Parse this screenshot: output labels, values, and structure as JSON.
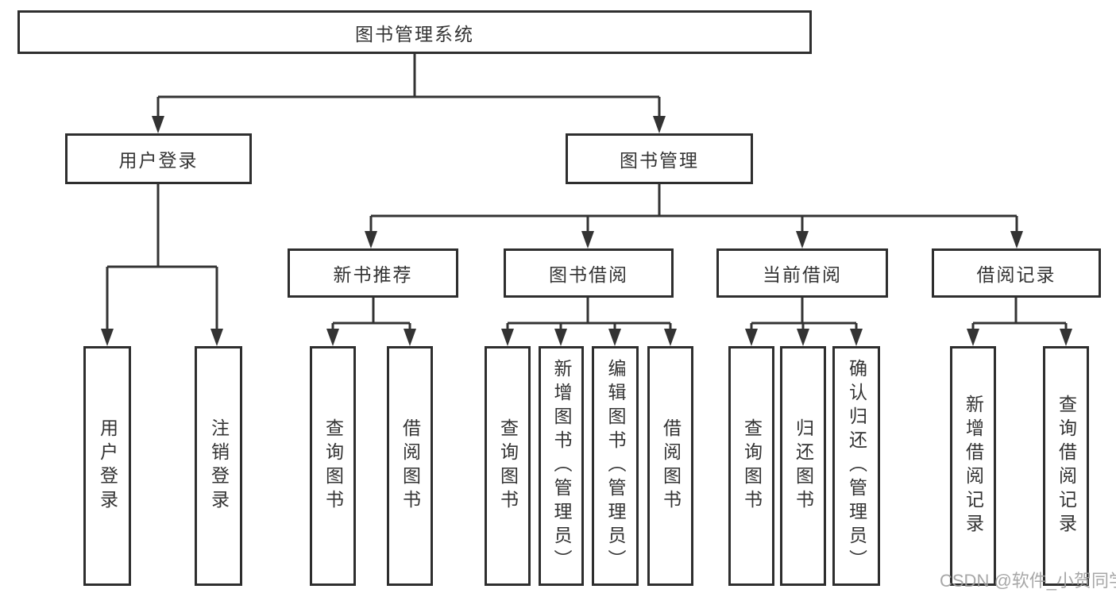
{
  "title": "图书管理系统",
  "watermark": "CSDN @软件_小贺同学",
  "colors": {
    "line": "#333333",
    "box_border": "#2e2e2e",
    "background": "#ffffff",
    "text": "#333333",
    "watermark": "#9e9e9e"
  },
  "nodes": {
    "root": {
      "label": "图书管理系统"
    },
    "user_login": {
      "label": "用户登录",
      "parent": "root"
    },
    "book_mgmt": {
      "label": "图书管理",
      "parent": "root"
    },
    "new_book_rec": {
      "label": "新书推荐",
      "parent": "book_mgmt"
    },
    "book_borrow": {
      "label": "图书借阅",
      "parent": "book_mgmt"
    },
    "current_borrow": {
      "label": "当前借阅",
      "parent": "book_mgmt"
    },
    "borrow_records": {
      "label": "借阅记录",
      "parent": "book_mgmt"
    },
    "leaf_user_login": {
      "label": "用户登录",
      "parent": "user_login"
    },
    "leaf_logout": {
      "label": "注销登录",
      "parent": "user_login"
    },
    "leaf_query_books_1": {
      "label": "查询图书",
      "parent": "new_book_rec"
    },
    "leaf_borrow_books_1": {
      "label": "借阅图书",
      "parent": "new_book_rec"
    },
    "leaf_query_books_2": {
      "label": "查询图书",
      "parent": "book_borrow"
    },
    "leaf_add_books": {
      "label": "新增图书（管理员）",
      "parent": "book_borrow"
    },
    "leaf_edit_books": {
      "label": "编辑图书（管理员）",
      "parent": "book_borrow"
    },
    "leaf_borrow_books_2": {
      "label": "借阅图书",
      "parent": "book_borrow"
    },
    "leaf_query_books_3": {
      "label": "查询图书",
      "parent": "current_borrow"
    },
    "leaf_return_books": {
      "label": "归还图书",
      "parent": "current_borrow"
    },
    "leaf_confirm_return": {
      "label": "确认归还（管理员）",
      "parent": "current_borrow"
    },
    "leaf_add_borrow_record": {
      "label": "新增借阅记录",
      "parent": "borrow_records"
    },
    "leaf_query_borrow_record": {
      "label": "查询借阅记录",
      "parent": "borrow_records"
    }
  }
}
